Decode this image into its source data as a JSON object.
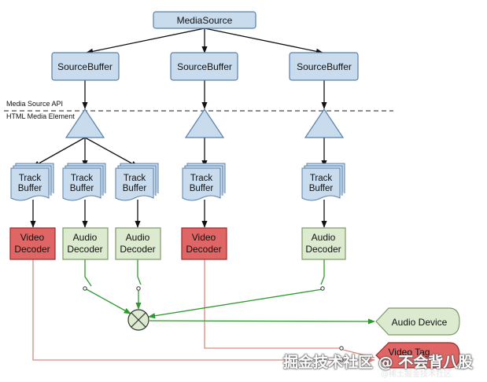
{
  "colors": {
    "blue_fill": "#c9dcee",
    "blue_stroke": "#5b7fa6",
    "red_fill": "#e06666",
    "red_stroke": "#9b2b2b",
    "green_fill": "#dcead0",
    "green_stroke": "#7b9a64",
    "green_line": "#2e9a2e",
    "red_line": "#d88a80"
  },
  "nodes": {
    "media_source": "MediaSource",
    "source_buffer_1": "SourceBuffer",
    "source_buffer_2": "SourceBuffer",
    "source_buffer_3": "SourceBuffer",
    "track_buffer_1": [
      "Track",
      "Buffer"
    ],
    "track_buffer_2": [
      "Track",
      "Buffer"
    ],
    "track_buffer_3": [
      "Track",
      "Buffer"
    ],
    "track_buffer_4": [
      "Track",
      "Buffer"
    ],
    "track_buffer_5": [
      "Track",
      "Buffer"
    ],
    "video_decoder_1": [
      "Video",
      "Decoder"
    ],
    "audio_decoder_1": [
      "Audio",
      "Decoder"
    ],
    "audio_decoder_2": [
      "Audio",
      "Decoder"
    ],
    "video_decoder_2": [
      "Video",
      "Decoder"
    ],
    "audio_decoder_3": [
      "Audio",
      "Decoder"
    ],
    "audio_device": "Audio Device",
    "video_tag": "Video Tag"
  },
  "boundary": {
    "upper_label": "Media Source API",
    "lower_label": "HTML Media Element"
  },
  "watermark": {
    "text": "掘金技术社区 @ 不会背八股",
    "sub": "@稀土掘金技术社区"
  }
}
